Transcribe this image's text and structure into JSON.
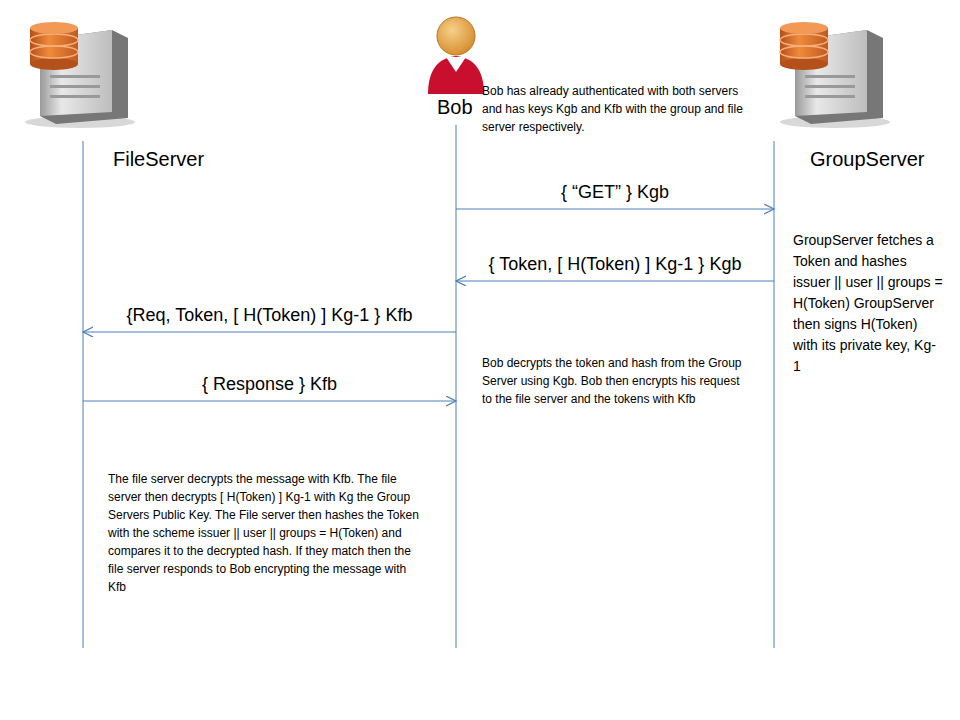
{
  "diagram": {
    "nodes": [
      {
        "text": [
          "FileServer"
        ]
      },
      {
        "text": [
          "Bob"
        ]
      },
      {
        "text": [
          "GroupServer"
        ]
      }
    ],
    "edges": [
      {
        "from": 1,
        "to": 2,
        "arrow": "to",
        "label": "{ “GET” } Kgb"
      },
      {
        "from": 2,
        "to": 1,
        "arrow": "to",
        "label": "{ Token, [ H(Token) ] Kg-1 } Kgb"
      },
      {
        "from": 1,
        "to": 0,
        "arrow": "to",
        "label": "{Req, Token, [ H(Token) ] Kg-1 } Kfb"
      },
      {
        "from": 0,
        "to": 1,
        "arrow": "to",
        "label": "{ Response } Kfb"
      }
    ],
    "labels": [
      "Bob has already authenticated with both servers and has keys Kgb and Kfb with the group and file server respectively.",
      "GroupServer fetches a Token and hashes issuer || user || groups = H(Token) GroupServer then signs H(Token) with its private key, Kg-1",
      "Bob decrypts the token and hash from the Group Server using Kgb. Bob then encrypts his request to the file server and the tokens with Kfb",
      "The file server decrypts the message with Kfb. The file server then decrypts [ H(Token) ] Kg-1 with Kg the Group Servers Public Key. The File server then hashes the Token with the scheme issuer || user || groups = H(Token) and compares it to the decrypted hash. If they match then the file server responds to Bob encrypting the message with Kfb"
    ]
  }
}
